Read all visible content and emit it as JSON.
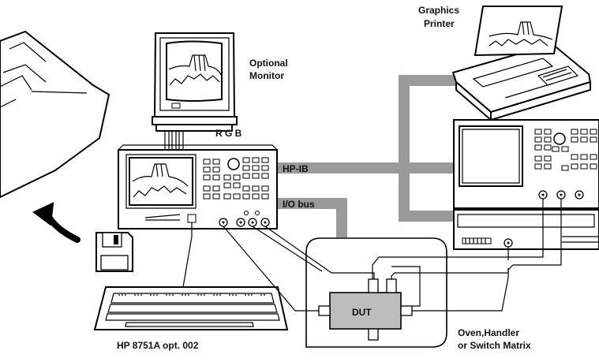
{
  "labels": {
    "printer": [
      "Graphics",
      "Printer"
    ],
    "monitor": [
      "Optional",
      "Monitor"
    ],
    "rgb": "R G B",
    "hpib": "HP-IB",
    "io_bus": "I/O bus",
    "dut": "DUT",
    "analyzer_name": "HP 8751A opt. 002",
    "oven": [
      "Oven,Handler",
      "or Switch Matrix"
    ]
  },
  "colors": {
    "bus": "#9a9a9a",
    "outline": "#000000",
    "dut_fill": "#bdbdbd",
    "background": "#ffffff"
  },
  "icons": [
    "monitor-icon",
    "printer-icon",
    "analyzer-icon",
    "keyboard-icon",
    "floppy-disk-icon",
    "instrument-rack-icon",
    "curved-arrow-icon"
  ]
}
